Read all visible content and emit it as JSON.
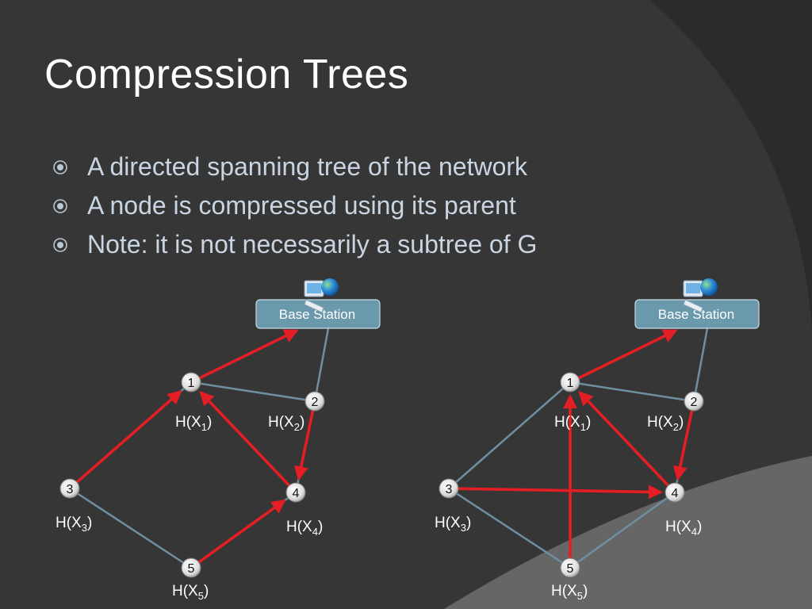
{
  "slide": {
    "title": "Compression Trees",
    "bullets": [
      "A directed spanning tree of the network",
      "A node is compressed using its parent",
      "Note: it is not necessarily a subtree of G"
    ]
  },
  "colors": {
    "background": "#363636",
    "title": "#ffffff",
    "bullet_text": "#c9d5e2",
    "tree_edge": "#e31e24",
    "graph_edge": "#6f8fa0",
    "base_station": "#6a99ac"
  },
  "icons": [
    "bullet-circle-icon",
    "computer-globe-icon"
  ],
  "diagrams": [
    {
      "base_station": "Base Station",
      "nodes": [
        {
          "id": "1",
          "label": "1",
          "entropy": "H(X",
          "sub": "1",
          "close": ")"
        },
        {
          "id": "2",
          "label": "2",
          "entropy": "H(X",
          "sub": "2",
          "close": ")"
        },
        {
          "id": "3",
          "label": "3",
          "entropy": "H(X",
          "sub": "3",
          "close": ")"
        },
        {
          "id": "4",
          "label": "4",
          "entropy": "H(X",
          "sub": "4",
          "close": ")"
        },
        {
          "id": "5",
          "label": "5",
          "entropy": "H(X",
          "sub": "5",
          "close": ")"
        }
      ],
      "graph_edges": [
        [
          "1",
          "2"
        ],
        [
          "2",
          "BS"
        ],
        [
          "3",
          "5"
        ],
        [
          "1",
          "3"
        ],
        [
          "2",
          "4"
        ],
        [
          "4",
          "5"
        ]
      ],
      "tree_edges": [
        [
          "1",
          "BS"
        ],
        [
          "3",
          "1"
        ],
        [
          "4",
          "1"
        ],
        [
          "2",
          "4"
        ],
        [
          "5",
          "4"
        ]
      ]
    },
    {
      "base_station": "Base Station",
      "nodes": [
        {
          "id": "1",
          "label": "1",
          "entropy": "H(X",
          "sub": "1",
          "close": ")"
        },
        {
          "id": "2",
          "label": "2",
          "entropy": "H(X",
          "sub": "2",
          "close": ")"
        },
        {
          "id": "3",
          "label": "3",
          "entropy": "H(X",
          "sub": "3",
          "close": ")"
        },
        {
          "id": "4",
          "label": "4",
          "entropy": "H(X",
          "sub": "4",
          "close": ")"
        },
        {
          "id": "5",
          "label": "5",
          "entropy": "H(X",
          "sub": "5",
          "close": ")"
        }
      ],
      "graph_edges": [
        [
          "1",
          "2"
        ],
        [
          "2",
          "BS"
        ],
        [
          "1",
          "3"
        ],
        [
          "3",
          "5"
        ],
        [
          "4",
          "5"
        ],
        [
          "2",
          "4"
        ]
      ],
      "tree_edges": [
        [
          "1",
          "BS"
        ],
        [
          "3",
          "4"
        ],
        [
          "5",
          "1"
        ],
        [
          "4",
          "1"
        ],
        [
          "2",
          "4"
        ]
      ]
    }
  ]
}
